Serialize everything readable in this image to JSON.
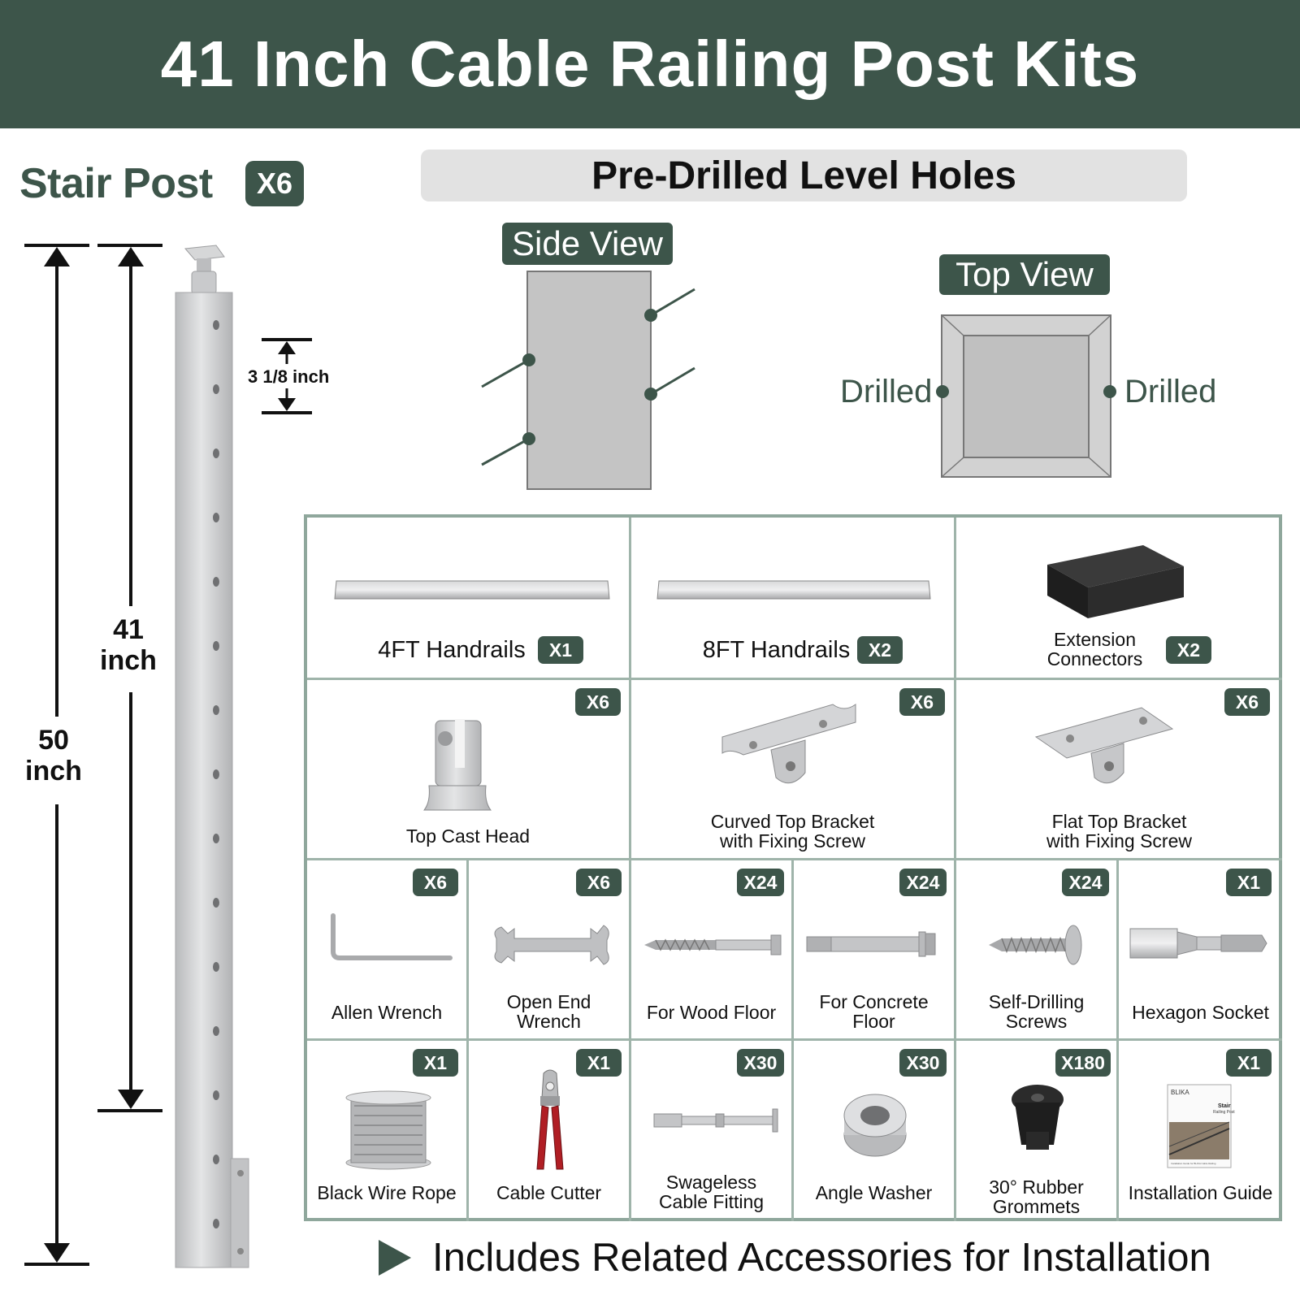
{
  "header": {
    "title": "41 Inch Cable Railing Post Kits"
  },
  "stair": {
    "title": "Stair Post",
    "qty": "X6"
  },
  "dimensions": {
    "total": "50\ninch",
    "height": "41\ninch",
    "spacing": "3 1/8 inch"
  },
  "predrilled": {
    "title": "Pre-Drilled Level Holes",
    "side_view": "Side View",
    "top_view": "Top View",
    "drilled_left": "Drilled",
    "drilled_right": "Drilled"
  },
  "parts": {
    "r1": [
      {
        "label": "4FT Handrails",
        "qty": "X1",
        "icon": "handrail-icon"
      },
      {
        "label": "8FT Handrails",
        "qty": "X2",
        "icon": "handrail-icon"
      },
      {
        "label": "Extension\nConnectors",
        "qty": "X2",
        "icon": "connector-block-icon"
      }
    ],
    "r2": [
      {
        "label": "Top Cast Head",
        "qty": "X6",
        "icon": "cast-head-icon"
      },
      {
        "label": "Curved Top Bracket\nwith Fixing Screw",
        "qty": "X6",
        "icon": "curved-bracket-icon"
      },
      {
        "label": "Flat Top Bracket\nwith Fixing Screw",
        "qty": "X6",
        "icon": "flat-bracket-icon"
      }
    ],
    "r3": [
      {
        "label": "Allen Wrench",
        "qty": "X6",
        "icon": "allen-wrench-icon"
      },
      {
        "label": "Open End\nWrench",
        "qty": "X6",
        "icon": "open-end-wrench-icon"
      },
      {
        "label": "For Wood Floor",
        "qty": "X24",
        "icon": "lag-screw-icon"
      },
      {
        "label": "For Concrete\nFloor",
        "qty": "X24",
        "icon": "anchor-bolt-icon"
      },
      {
        "label": "Self-Drilling\nScrews",
        "qty": "X24",
        "icon": "self-drilling-screw-icon"
      },
      {
        "label": "Hexagon Socket",
        "qty": "X1",
        "icon": "hex-socket-icon"
      }
    ],
    "r4": [
      {
        "label": "Black Wire Rope",
        "qty": "X1",
        "icon": "wire-rope-spool-icon"
      },
      {
        "label": "Cable Cutter",
        "qty": "X1",
        "icon": "cable-cutter-icon"
      },
      {
        "label": "Swageless\nCable Fitting",
        "qty": "X30",
        "icon": "cable-fitting-icon"
      },
      {
        "label": "Angle Washer",
        "qty": "X30",
        "icon": "angle-washer-icon"
      },
      {
        "label": "30° Rubber\nGrommets",
        "qty": "X180",
        "icon": "rubber-grommet-icon"
      },
      {
        "label": "Installation Guide",
        "qty": "X1",
        "icon": "installation-guide-icon"
      }
    ]
  },
  "guide_cover": {
    "brand": "BLIKA",
    "title": "Stair",
    "subtitle": "Railing Post",
    "caption": "Installation Guide for BLIKA Cable Railing"
  },
  "footer": {
    "text": "Includes Related Accessories for Installation"
  },
  "colors": {
    "brand": "#3d554a",
    "grid_border": "#8fa79c",
    "panel": "#e2e2e2",
    "steel": "#c8c9cb"
  }
}
